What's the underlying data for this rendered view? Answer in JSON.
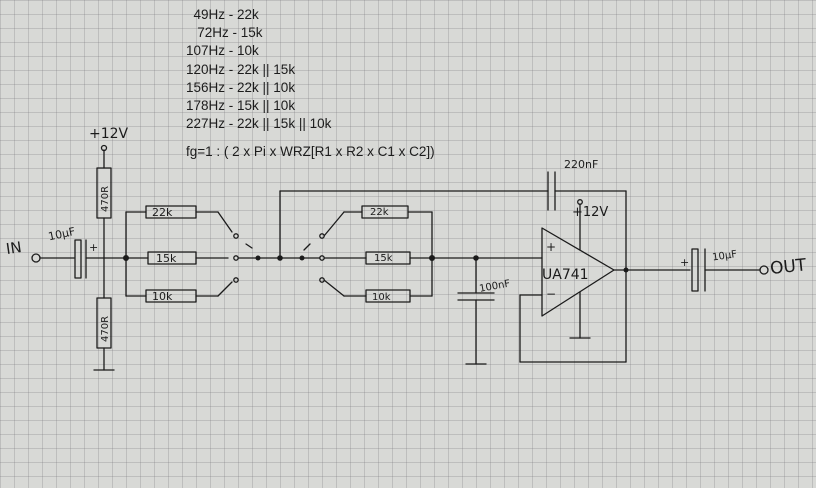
{
  "notes": {
    "rows": [
      "  49Hz - 22k",
      "   72Hz - 15k",
      "107Hz - 10k",
      "120Hz - 22k || 15k",
      "156Hz - 22k || 10k",
      "178Hz - 15k || 10k",
      "227Hz - 22k || 15k || 10k"
    ],
    "formula": "fg=1 : ( 2 x Pi x WRZ[R1 x R2 x C1 x C2])"
  },
  "schematic": {
    "input_label": "IN",
    "output_label": "OUT",
    "supply_top": "+12V",
    "supply_opamp": "+12V",
    "input_cap": "10µF",
    "output_cap": "10µF",
    "feedback_cap": "220nF",
    "shunt_cap": "100nF",
    "divider_top": "470R",
    "divider_bottom": "470R",
    "bank1": [
      "22k",
      "15k",
      "10k"
    ],
    "bank2": [
      "22k",
      "15k",
      "10k"
    ],
    "opamp_name": "UA741",
    "opamp_plus": "+",
    "opamp_minus": "−",
    "cap_plus": "+"
  },
  "colors": {
    "ink": "#1b1b1b",
    "paper": "#d8d9d6"
  }
}
